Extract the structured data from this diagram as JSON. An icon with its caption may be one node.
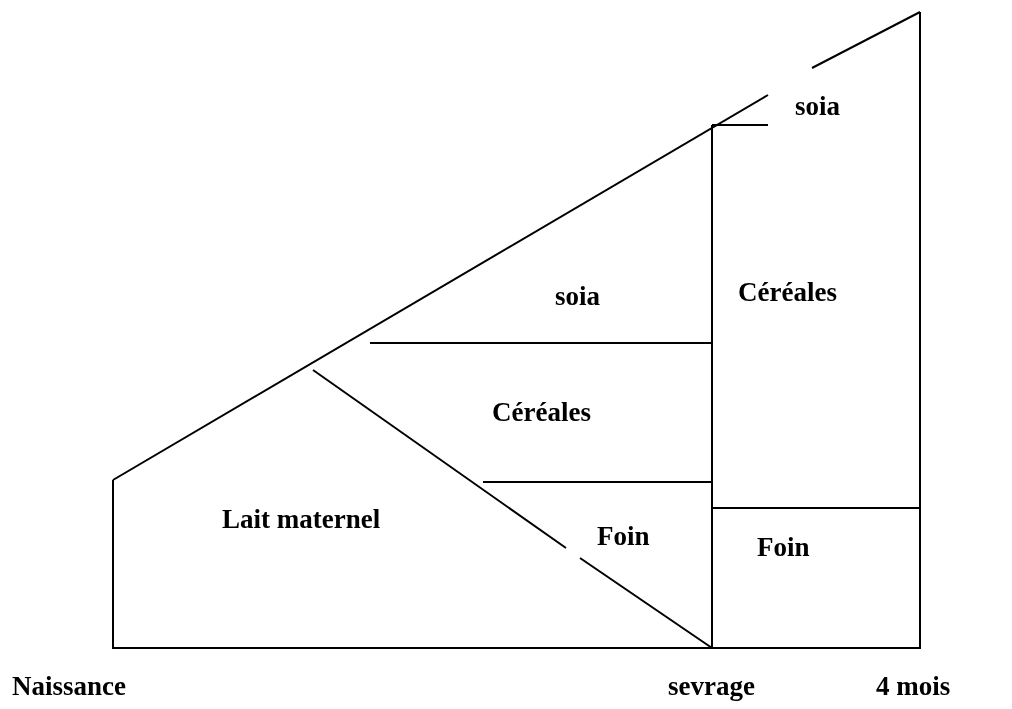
{
  "diagram": {
    "nodes": [
      {
        "text": [
          "soia"
        ]
      },
      {
        "text": [
          "soia"
        ]
      },
      {
        "text": [
          "Céréales"
        ]
      },
      {
        "text": [
          "Céréales"
        ]
      },
      {
        "text": [
          "Lait maternel"
        ]
      },
      {
        "text": [
          "Foin"
        ]
      },
      {
        "text": [
          "Foin"
        ]
      }
    ],
    "edges": [],
    "labels": [
      "Naissance",
      "sevrage",
      "4 mois"
    ]
  }
}
